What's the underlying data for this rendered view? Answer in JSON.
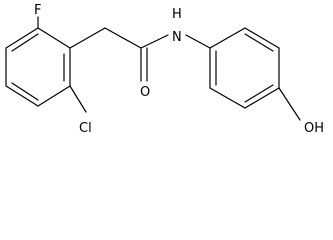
{
  "molecule": {
    "atoms": {
      "fluorine": "F",
      "nitrogen_h": "H",
      "nitrogen": "N",
      "oxygen": "O",
      "chlorine": "Cl",
      "hydroxyl": "OH"
    },
    "colors": {
      "bond": "#000000",
      "label": "#000000",
      "background": "#ffffff"
    }
  }
}
